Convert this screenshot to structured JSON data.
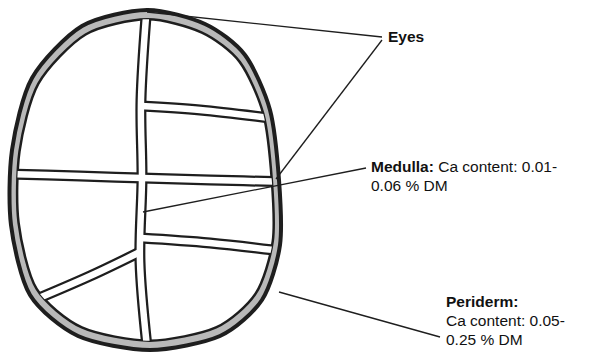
{
  "diagram": {
    "labels": [
      "Eyes",
      "Medulla:",
      "Ca content: 0.01- 0.06 % DM",
      "Periderm:",
      "Ca content: 0.05- 0.25 % DM"
    ]
  }
}
